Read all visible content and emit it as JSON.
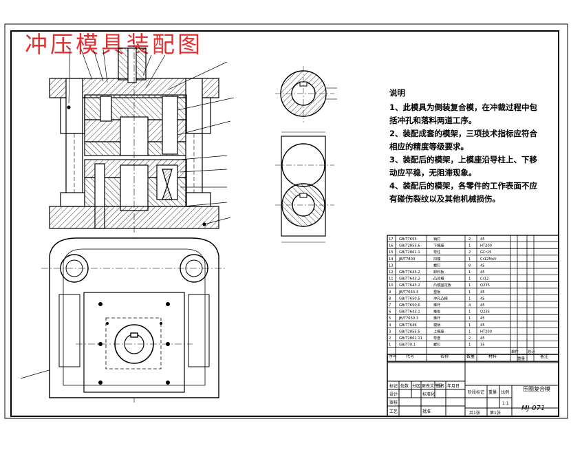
{
  "title_stamp": "冲压模具装配图",
  "notes": {
    "heading": "说明",
    "items": [
      "1、此模具为倒装复合模，在冲裁过程中包括冲孔和落料两道工序。",
      "2、装配成套的模架，三项技术指标应符合相应的精度等级要求。",
      "3、装配后的模架，上模座沿导柱上、下移动应平稳，无阻滞现象。",
      "4、装配后的模架，各零件的工作表面不应有碰伤裂纹以及其他机械损伤。"
    ]
  },
  "bom": {
    "rows": [
      {
        "no": "17",
        "code": "GB/T7653",
        "name": "销钉",
        "qty": "2",
        "mat": "45"
      },
      {
        "no": "16",
        "code": "GB/T2855.6",
        "name": "下模座",
        "qty": "1",
        "mat": "HT200"
      },
      {
        "no": "15",
        "code": "GB/T2861.1",
        "name": "导柱",
        "qty": "2",
        "mat": "GCr15"
      },
      {
        "no": "14",
        "code": "JB/T7800",
        "name": "凹模",
        "qty": "1",
        "mat": "Cr12MoV"
      },
      {
        "no": "13",
        "code": "",
        "name": "螺钉",
        "qty": "8",
        "mat": "45"
      },
      {
        "no": "12",
        "code": "GB/T7643.2",
        "name": "卸料板",
        "qty": "1",
        "mat": "45"
      },
      {
        "no": "11",
        "code": "GB/T7643.2",
        "name": "凸凹模",
        "qty": "1",
        "mat": "Cr12"
      },
      {
        "no": "10",
        "code": "GB/T7643.2",
        "name": "凸模固定板",
        "qty": "1",
        "mat": "Q235"
      },
      {
        "no": "9",
        "code": "JB/T7643.3",
        "name": "垫板",
        "qty": "1",
        "mat": "45"
      },
      {
        "no": "8",
        "code": "GB/T7650.5",
        "name": "冲孔凸模",
        "qty": "1",
        "mat": "45"
      },
      {
        "no": "7",
        "code": "GB/T7650.6",
        "name": "推杆",
        "qty": "4",
        "mat": "45"
      },
      {
        "no": "6",
        "code": "GB/T7643.1",
        "name": "推板",
        "qty": "1",
        "mat": "Q235"
      },
      {
        "no": "5",
        "code": "JB/T7650.3",
        "name": "推杆",
        "qty": "1",
        "mat": "45"
      },
      {
        "no": "4",
        "code": "GB/T7646",
        "name": "模柄",
        "qty": "1",
        "mat": "45"
      },
      {
        "no": "3",
        "code": "GB/T2855.5",
        "name": "上模座",
        "qty": "1",
        "mat": "HT200"
      },
      {
        "no": "2",
        "code": "GB/T2861.11",
        "name": "导套",
        "qty": "2",
        "mat": "45"
      },
      {
        "no": "1",
        "code": "GB/T70.1",
        "name": "螺钉",
        "qty": "1",
        "mat": "35"
      }
    ],
    "header": {
      "no": "序号",
      "code": "代号",
      "name": "名称",
      "qty": "数量",
      "mat": "材料",
      "unit_wt": "单件",
      "total_wt": "总计",
      "weight": "重量",
      "remark": "备注"
    }
  },
  "title_block": {
    "drawing_name": "压圈复合模",
    "drawing_no": "MJ-071",
    "scale_label": "比例",
    "scale_value": "1:1",
    "stage_label": "阶段标记",
    "weight_label": "重量",
    "sheet_label": "共1张",
    "page_label": "第1张",
    "design": "设计",
    "review": "审核",
    "craft": "工艺",
    "approve": "批准",
    "mark": "标记",
    "count": "处数",
    "zone": "分区",
    "change_doc": "更改文件号",
    "sign": "签名",
    "date": "年月日",
    "std": "标准化"
  }
}
